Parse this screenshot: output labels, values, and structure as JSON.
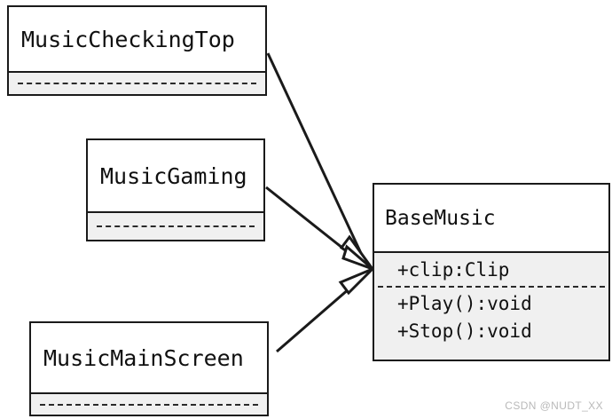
{
  "diagram": {
    "kind": "uml-class-diagram",
    "background_color": "#ffffff",
    "line_color": "#1a1a1a",
    "compartment_fill": "#f0f0f0",
    "classes": [
      {
        "id": "music-checking-top",
        "name": "MusicCheckingTop",
        "attributes": [],
        "operations": []
      },
      {
        "id": "music-gaming",
        "name": "MusicGaming",
        "attributes": [],
        "operations": []
      },
      {
        "id": "music-main-screen",
        "name": "MusicMainScreen",
        "attributes": [],
        "operations": []
      },
      {
        "id": "base-music",
        "name": "BaseMusic",
        "attributes": [
          "+clip:Clip"
        ],
        "operations": [
          "+Play():void",
          "+Stop():void"
        ]
      }
    ],
    "relationships": [
      {
        "type": "generalization",
        "from": "MusicCheckingTop",
        "to": "BaseMusic"
      },
      {
        "type": "generalization",
        "from": "MusicGaming",
        "to": "BaseMusic"
      },
      {
        "type": "generalization",
        "from": "MusicMainScreen",
        "to": "BaseMusic"
      }
    ]
  },
  "watermark": {
    "text": "CSDN @NUDT_XX",
    "color": "#b9b9b9"
  }
}
